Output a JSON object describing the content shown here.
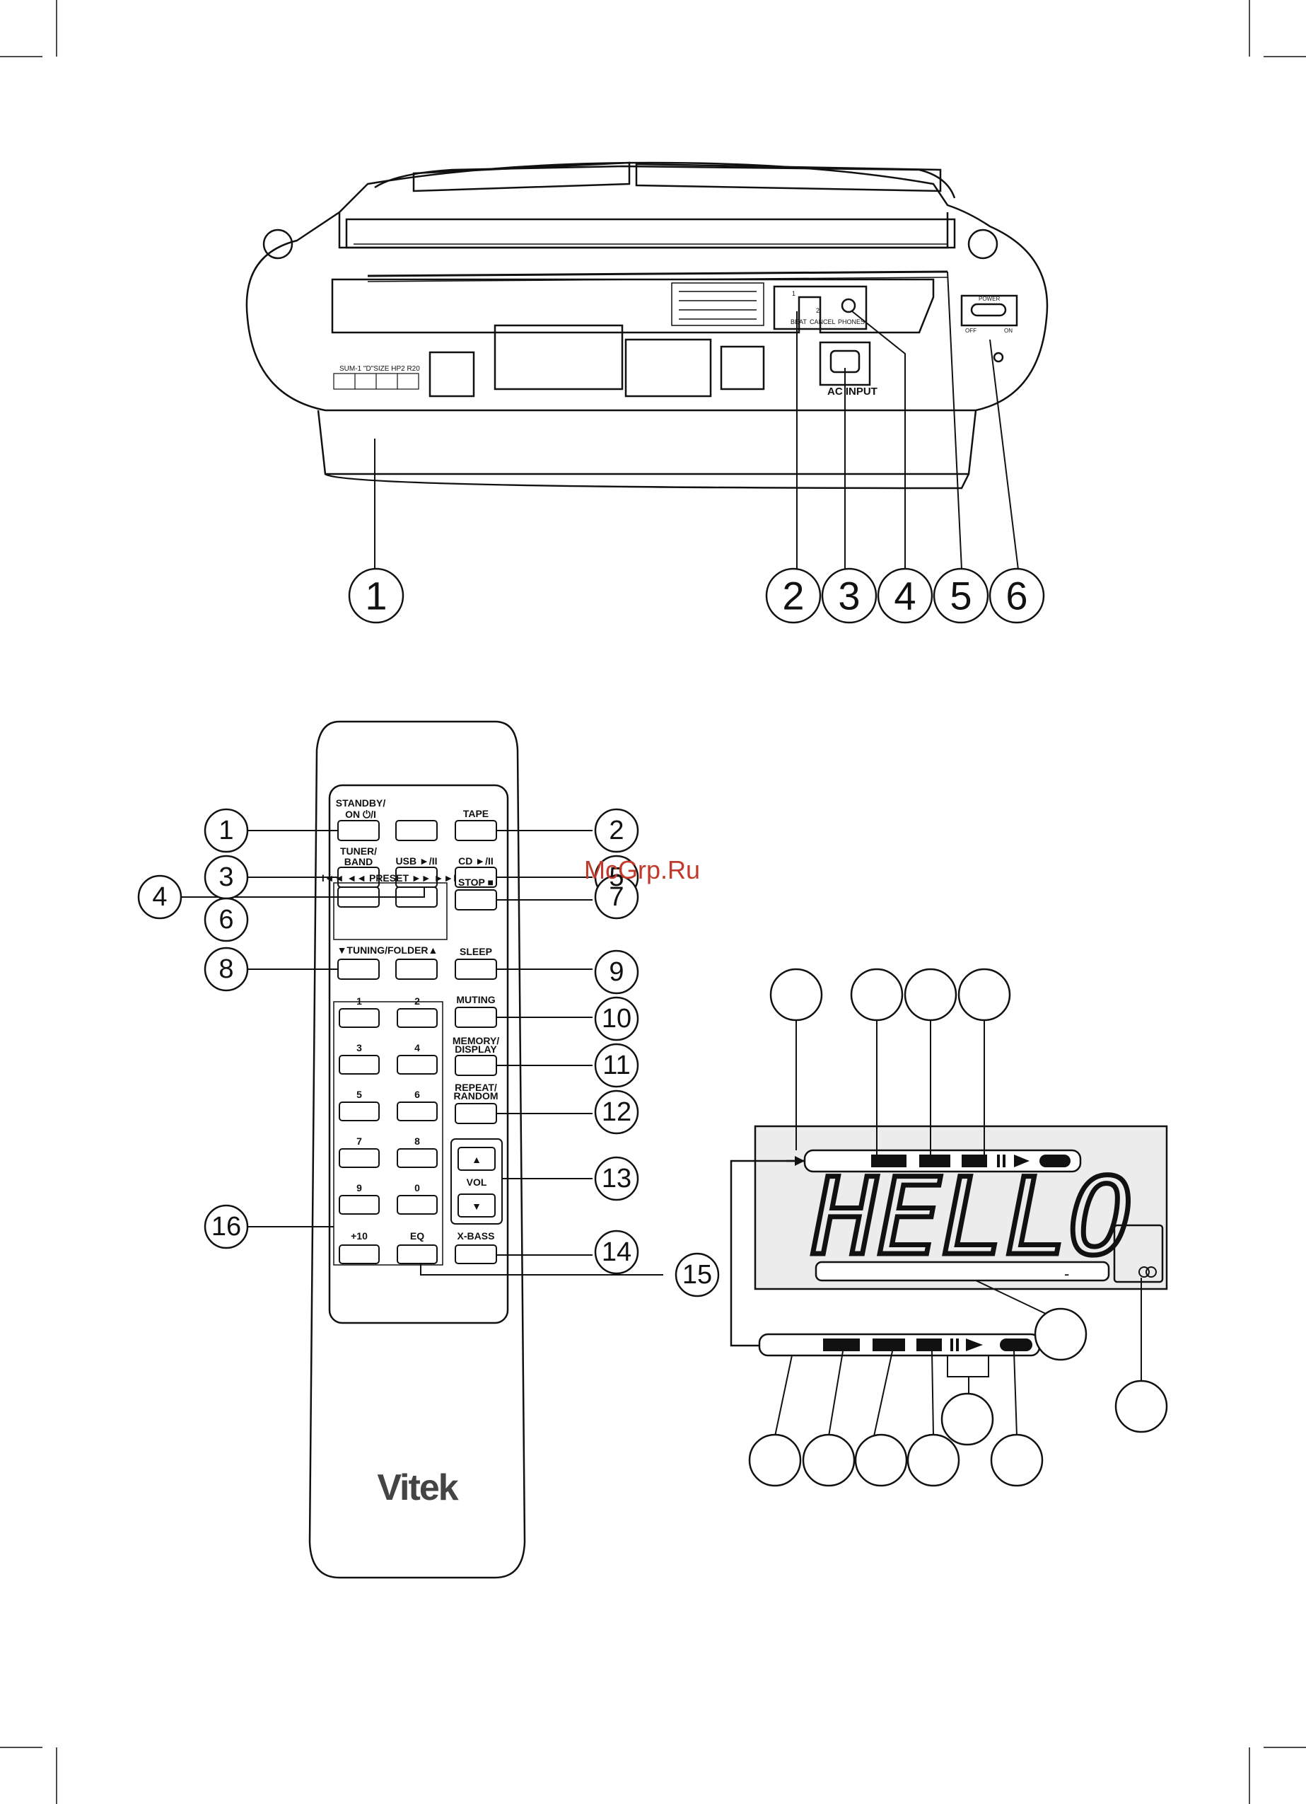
{
  "watermark": "McGrp.Ru",
  "brand": "Vitek",
  "unit": {
    "labels": {
      "battery": "SUM-1 \"D\"SIZE HP2 R20",
      "beat_1": "1",
      "beat_2": "2",
      "beat": "BEAT",
      "cancel": "CANCEL",
      "phones": "PHONES",
      "ac_input": "AC INPUT",
      "power": "POWER",
      "off": "OFF",
      "on": "ON"
    },
    "callouts": [
      "1",
      "2",
      "3",
      "4",
      "5",
      "6"
    ]
  },
  "remote": {
    "buttons": {
      "standby": "STANDBY/",
      "standby2": "ON ⏻/I",
      "tape": "TAPE",
      "tuner": "TUNER/",
      "tuner2": "BAND",
      "usb": "USB ►/II",
      "cd": "CD ►/II",
      "preset": "I◄◄ ◄◄ PRESET ►► ►►I",
      "stop": "STOP ■",
      "tuning": "▼TUNING/FOLDER▲",
      "sleep": "SLEEP",
      "muting": "MUTING",
      "memory": "MEMORY/",
      "memory2": "DISPLAY",
      "repeat": "REPEAT/",
      "repeat2": "RANDOM",
      "vol": "VOL",
      "vol_up": "▲",
      "vol_down": "▼",
      "plus10": "+10",
      "eq": "EQ",
      "xbass": "X-BASS",
      "digits": [
        "1",
        "2",
        "3",
        "4",
        "5",
        "6",
        "7",
        "8",
        "9",
        "0"
      ]
    },
    "callouts": [
      "1",
      "2",
      "3",
      "4",
      "5",
      "6",
      "7",
      "8",
      "9",
      "10",
      "11",
      "12",
      "13",
      "14",
      "15",
      "16"
    ]
  },
  "display": {
    "text": "HELLO",
    "dash": "-"
  }
}
